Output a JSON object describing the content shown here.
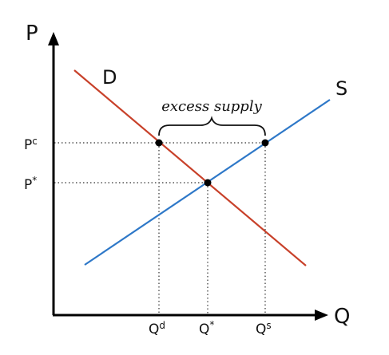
{
  "diagram": {
    "axes": {
      "y_label": "P",
      "x_label": "Q"
    },
    "curves": {
      "demand": {
        "label": "D",
        "color": "#c8412a"
      },
      "supply": {
        "label": "S",
        "color": "#2e78c8"
      }
    },
    "price_labels": {
      "ceiling": {
        "base": "P",
        "sup": "c"
      },
      "equilibrium": {
        "base": "P",
        "sup": "*"
      }
    },
    "quantity_labels": {
      "demanded": {
        "base": "Q",
        "sup": "d"
      },
      "equilibrium": {
        "base": "Q",
        "sup": "*"
      },
      "supplied": {
        "base": "Q",
        "sup": "s"
      }
    },
    "annotation": "excess supply",
    "colors": {
      "axis": "#000000",
      "guides": "#333333",
      "points": "#000000"
    }
  }
}
